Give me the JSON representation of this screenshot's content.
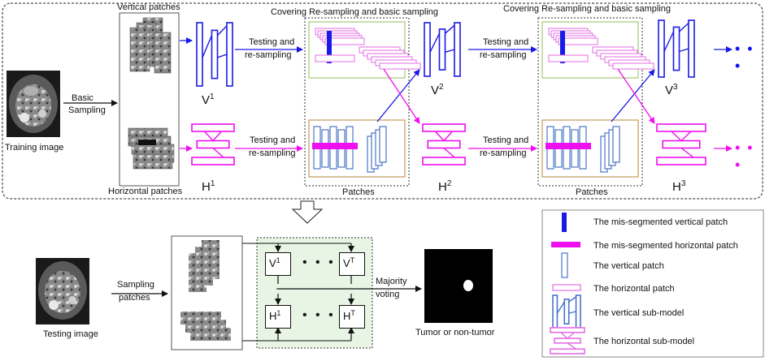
{
  "colors": {
    "blue": "#1a1ae6",
    "magenta": "#ee10ee",
    "light_blue": "#4a74c9",
    "light_magenta": "#e46ee6",
    "green_border": "#8fbf5a",
    "orange_border": "#b9853a",
    "green_fill": "#e8f5e4"
  },
  "pipeline": {
    "training_image": "Training image",
    "basic_sampling": [
      "Basic",
      "Sampling"
    ],
    "vertical_patches": "Vertical patches",
    "horizontal_patches": "Horizontal patches",
    "covering_1": "Covering Re-sampling and basic sampling",
    "covering_2": "Covering Re-sampling and basic sampling",
    "testing_resampling": [
      "Testing and",
      "re-sampling"
    ],
    "patches": "Patches",
    "models": {
      "v1": {
        "base": "V",
        "sup": "1"
      },
      "v2": {
        "base": "V",
        "sup": "2"
      },
      "v3": {
        "base": "V",
        "sup": "3"
      },
      "h1": {
        "base": "H",
        "sup": "1"
      },
      "h2": {
        "base": "H",
        "sup": "2"
      },
      "h3": {
        "base": "H",
        "sup": "3"
      }
    },
    "ellipsis": "• • •"
  },
  "testing": {
    "testing_image": "Testing image",
    "sampling_patches": [
      "Sampling",
      "patches"
    ],
    "majority_voting": [
      "Majority",
      "voting"
    ],
    "result": "Tumor or non-tumor",
    "ensemble": {
      "v1": {
        "base": "V",
        "sup": "1"
      },
      "vt": {
        "base": "V",
        "sup": "T"
      },
      "h1": {
        "base": "H",
        "sup": "1"
      },
      "ht": {
        "base": "H",
        "sup": "T"
      },
      "dots": "• • •"
    }
  },
  "legend": [
    {
      "icon": "mis-vertical",
      "label": "The mis-segmented vertical patch"
    },
    {
      "icon": "mis-horizontal",
      "label": "The mis-segmented horizontal patch"
    },
    {
      "icon": "vertical-patch",
      "label": "The vertical patch"
    },
    {
      "icon": "horizontal-patch",
      "label": "The horizontal patch"
    },
    {
      "icon": "vertical-submodel",
      "label": "The vertical sub-model"
    },
    {
      "icon": "horizontal-submodel",
      "label": "The horizontal sub-model"
    }
  ]
}
